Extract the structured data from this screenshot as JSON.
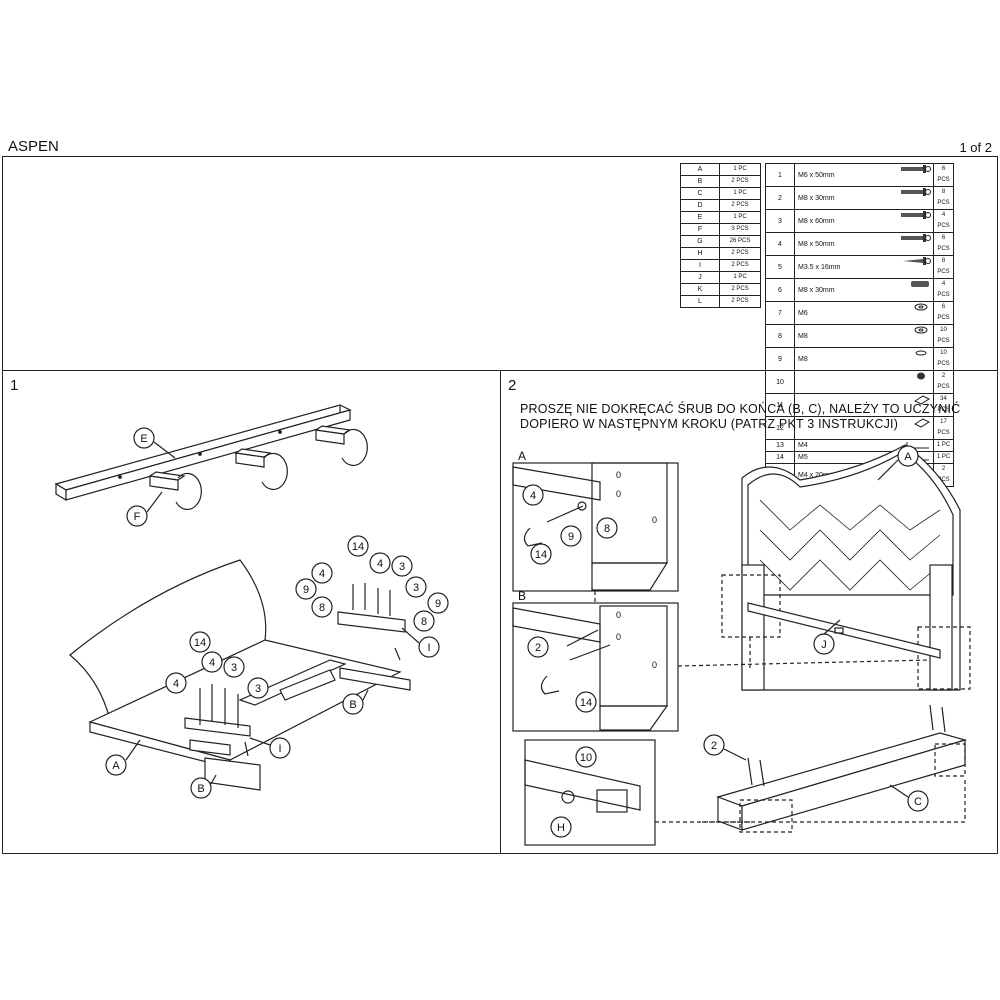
{
  "header": {
    "title": "ASPEN",
    "page": "1 of 2"
  },
  "parts": [
    {
      "id": "A",
      "count": "1 PC"
    },
    {
      "id": "B",
      "count": "2 PCS"
    },
    {
      "id": "C",
      "count": "1 PC"
    },
    {
      "id": "D",
      "count": "2 PCS"
    },
    {
      "id": "E",
      "count": "1 PC"
    },
    {
      "id": "F",
      "count": "3 PCS"
    },
    {
      "id": "G",
      "count": "26 PCS"
    },
    {
      "id": "H",
      "count": "2 PCS"
    },
    {
      "id": "I",
      "count": "2 PCS"
    },
    {
      "id": "J",
      "count": "1 PC"
    },
    {
      "id": "K",
      "count": "2 PCS"
    },
    {
      "id": "L",
      "count": "2 PCS"
    }
  ],
  "hardware": [
    {
      "no": "1",
      "size": "M6 x 50mm",
      "count": "6 PCS",
      "icon": "bolt-icon"
    },
    {
      "no": "2",
      "size": "M8 x 30mm",
      "count": "8 PCS",
      "icon": "bolt-icon"
    },
    {
      "no": "3",
      "size": "M8 x 60mm",
      "count": "4 PCS",
      "icon": "bolt-icon"
    },
    {
      "no": "4",
      "size": "M8 x 50mm",
      "count": "6 PCS",
      "icon": "bolt-icon"
    },
    {
      "no": "5",
      "size": "M3.5 x 16mm",
      "count": "8 PCS",
      "icon": "screw-icon"
    },
    {
      "no": "6",
      "size": "M8 x 30mm",
      "count": "4 PCS",
      "icon": "dowel-icon"
    },
    {
      "no": "7",
      "size": "M6",
      "count": "6 PCS",
      "icon": "washer-icon"
    },
    {
      "no": "8",
      "size": "M8",
      "count": "10 PCS",
      "icon": "washer-icon"
    },
    {
      "no": "9",
      "size": "M8",
      "count": "10 PCS",
      "icon": "spring-washer-icon"
    },
    {
      "no": "10",
      "size": "",
      "count": "2 PCS",
      "icon": "cap-icon"
    },
    {
      "no": "11",
      "size": "",
      "count": "34 PCS",
      "icon": "pad-icon"
    },
    {
      "no": "12",
      "size": "",
      "count": "17 PCS",
      "icon": "pad-icon"
    },
    {
      "no": "13",
      "size": "M4",
      "count": "1 PC",
      "icon": "hex-key-icon"
    },
    {
      "no": "14",
      "size": "M5",
      "count": "1 PC",
      "icon": "hex-key-icon"
    },
    {
      "no": "15",
      "size": "M4 x 20mm",
      "count": "2 PCS",
      "icon": "screw-icon"
    }
  ],
  "step1": {
    "number": "1",
    "labels": {
      "E": "E",
      "F": "F",
      "A": "A",
      "B": "B",
      "I": "I",
      "n14": "14",
      "n4": "4",
      "n3": "3",
      "n9": "9",
      "n8": "8"
    }
  },
  "step2": {
    "number": "2",
    "note_line1": "PROSZĘ NIE DOKRĘCAĆ ŚRUB DO KOŃCA (B, C), NALEŻY TO UCZYNIĆ",
    "note_line2": "DOPIERO W NASTĘPNYM KROKU (PATRZ PKT 3 INSTRUKCJI)",
    "labels": {
      "A": "A",
      "B": "B",
      "C": "C",
      "H": "H",
      "J": "J",
      "n2": "2",
      "n4": "4",
      "n8": "8",
      "n9": "9",
      "n10": "10",
      "n14": "14",
      "zero": "0"
    }
  }
}
